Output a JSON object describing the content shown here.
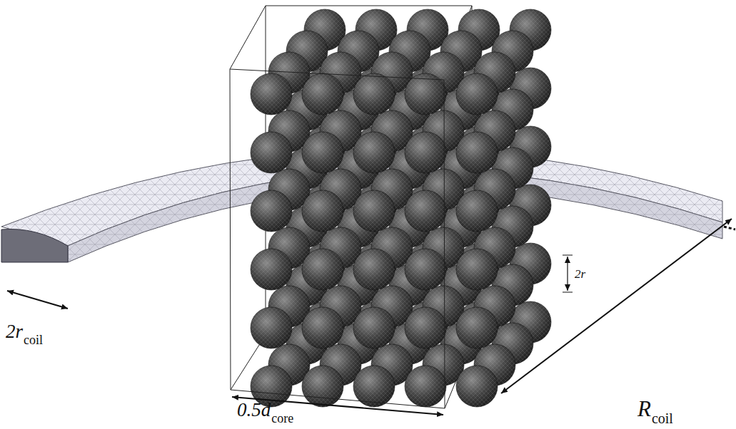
{
  "diagram": {
    "labels": [
      "2r",
      "coil",
      "0.5d",
      "core",
      "R",
      "coil",
      "2r"
    ]
  }
}
